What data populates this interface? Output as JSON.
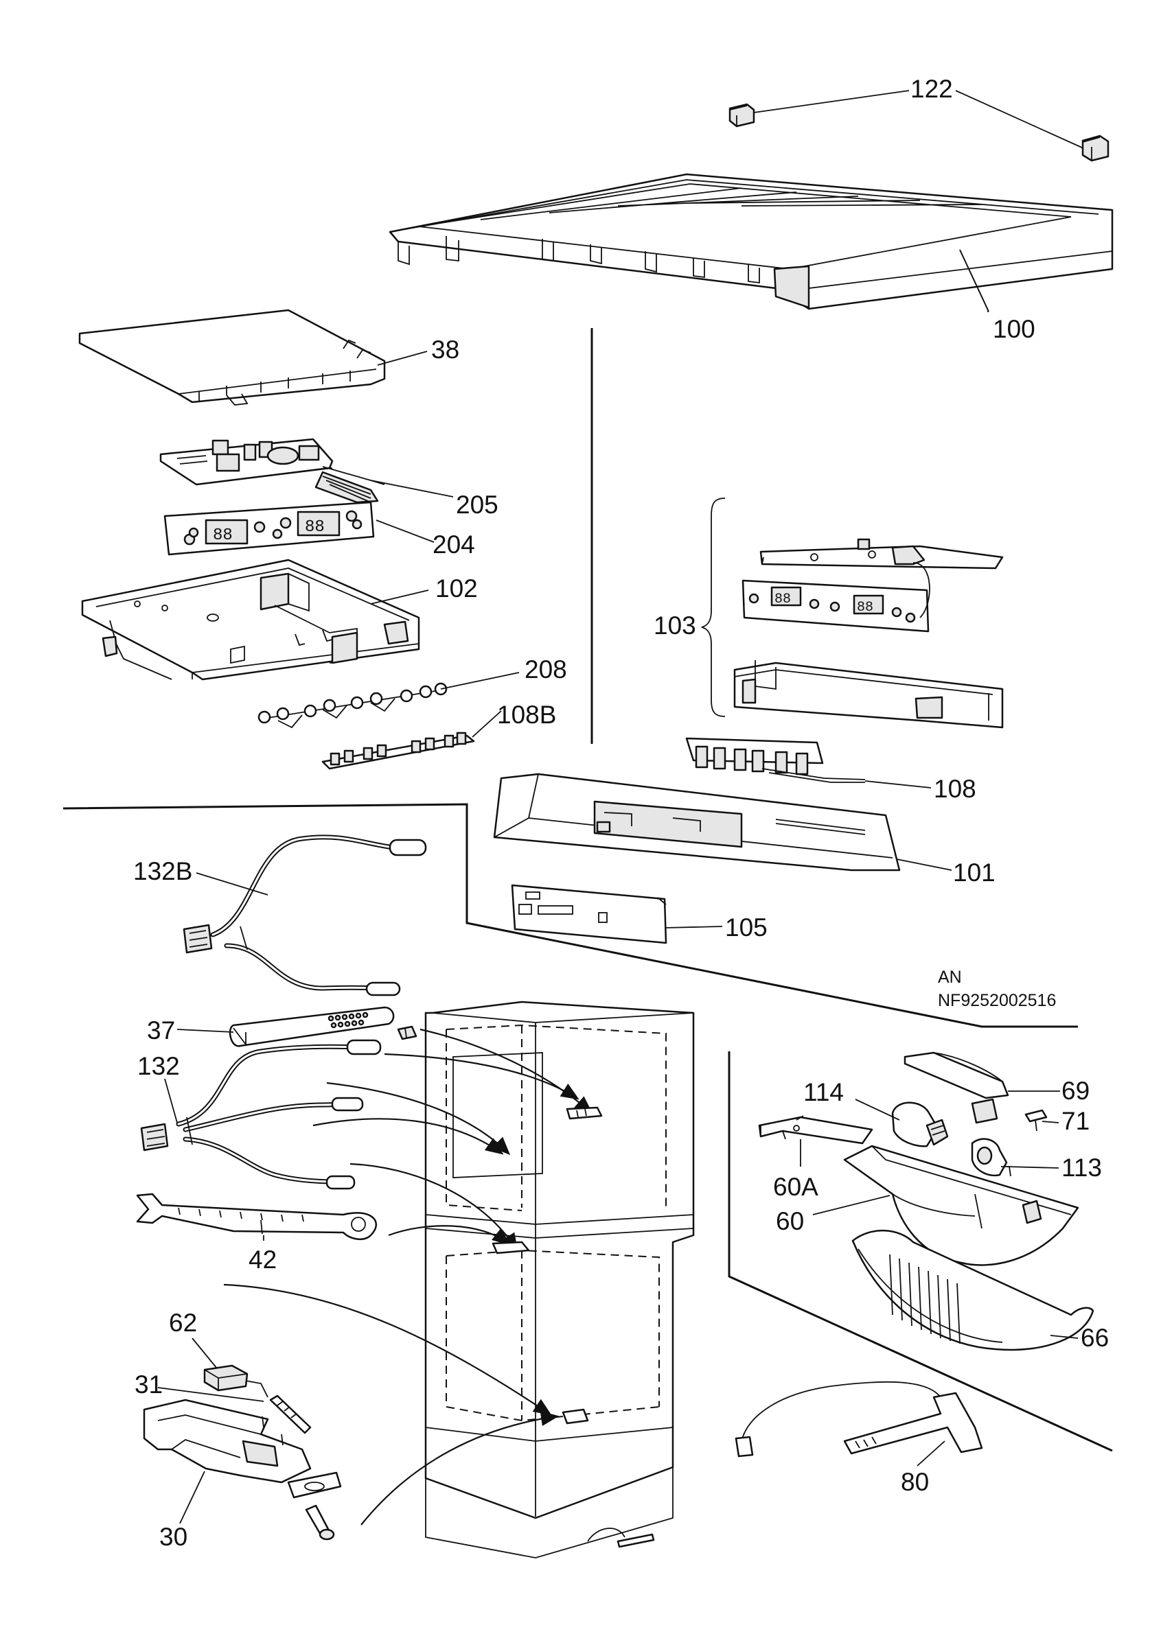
{
  "doc_code": {
    "line1": "AN",
    "line2": "NF9252002516"
  },
  "labels": {
    "l122": "122",
    "l100": "100",
    "l38": "38",
    "l205": "205",
    "l204": "204",
    "l102": "102",
    "l208": "208",
    "l108B": "108B",
    "l103": "103",
    "l108": "108",
    "l101": "101",
    "l105": "105",
    "l132B": "132B",
    "l37": "37",
    "l132": "132",
    "l42": "42",
    "l62": "62",
    "l31": "31",
    "l30": "30",
    "l114": "114",
    "l69": "69",
    "l71": "71",
    "l113": "113",
    "l60A": "60A",
    "l60": "60",
    "l66": "66",
    "l80": "80"
  }
}
